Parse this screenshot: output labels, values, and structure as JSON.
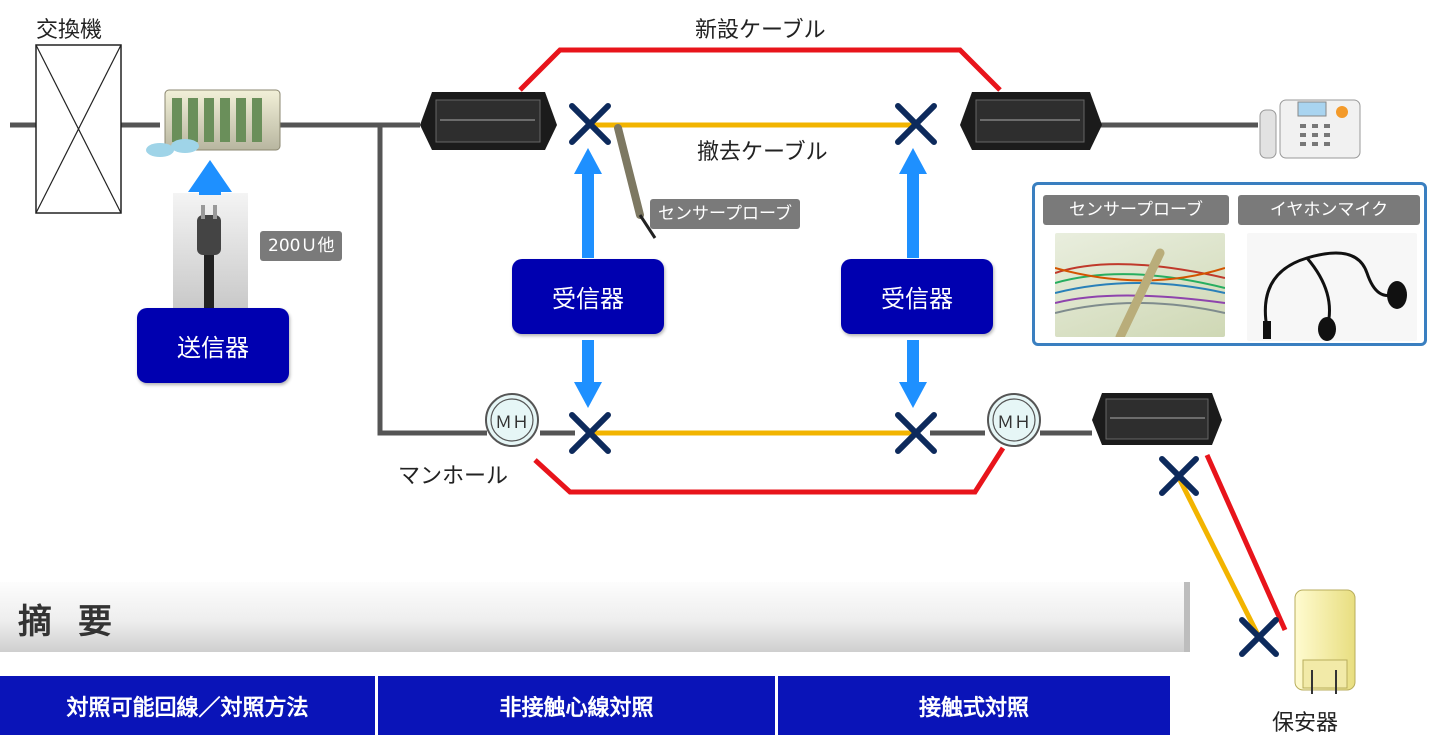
{
  "labels": {
    "exchange": "交換機",
    "new_cable": "新設ケーブル",
    "removed_cable": "撤去ケーブル",
    "manhole": "マンホール",
    "protector": "保安器"
  },
  "tags": {
    "sensor_probe": "センサープローブ",
    "mdf_200u": "200Ｕ他"
  },
  "boxes": {
    "transmitter": "送信器",
    "receiver_left": "受信器",
    "receiver_right": "受信器"
  },
  "manhole_marks": [
    "ＭＨ",
    "ＭＨ"
  ],
  "inset": {
    "sensor_probe": "センサープローブ",
    "earphone_mic": "イヤホンマイク"
  },
  "summary": {
    "title": "摘要"
  },
  "table": {
    "headers": [
      "対照可能回線／対照方法",
      "非接触心線対照",
      "接触式対照"
    ]
  },
  "colors": {
    "line_gray": "#555555",
    "new_cable_red": "#e8141b",
    "removed_cable_yellow": "#f2b400",
    "arrow_blue": "#1e90ff",
    "box_navy": "#0000b0",
    "cross_navy": "#0d2a5c",
    "table_blue": "#0a14b8",
    "inset_border": "#3a7fc0"
  }
}
